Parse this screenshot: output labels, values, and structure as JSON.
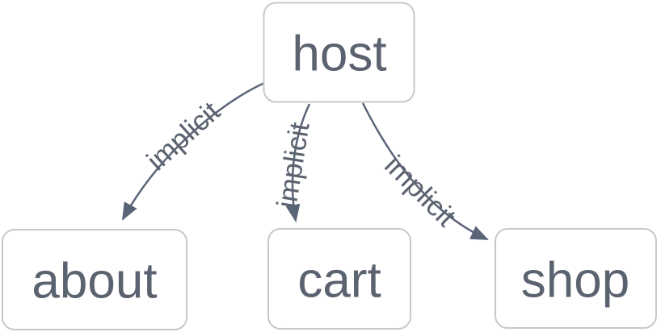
{
  "diagram": {
    "type": "flowchart",
    "background": "#ffffff",
    "colors": {
      "node_fill": "#ffffff",
      "node_border": "#c7c8cb",
      "node_text": "#5b6370",
      "edge_stroke": "#5a6477",
      "edge_label_text": "#5b6370"
    },
    "nodes": [
      {
        "id": "host",
        "label": "host"
      },
      {
        "id": "about",
        "label": "about"
      },
      {
        "id": "cart",
        "label": "cart"
      },
      {
        "id": "shop",
        "label": "shop"
      }
    ],
    "edges": [
      {
        "from": "host",
        "to": "about",
        "label": "implicit",
        "arrow": "filled-triangle"
      },
      {
        "from": "host",
        "to": "cart",
        "label": "implicit",
        "arrow": "filled-triangle"
      },
      {
        "from": "host",
        "to": "shop",
        "label": "implicit",
        "arrow": "filled-triangle"
      }
    ]
  }
}
